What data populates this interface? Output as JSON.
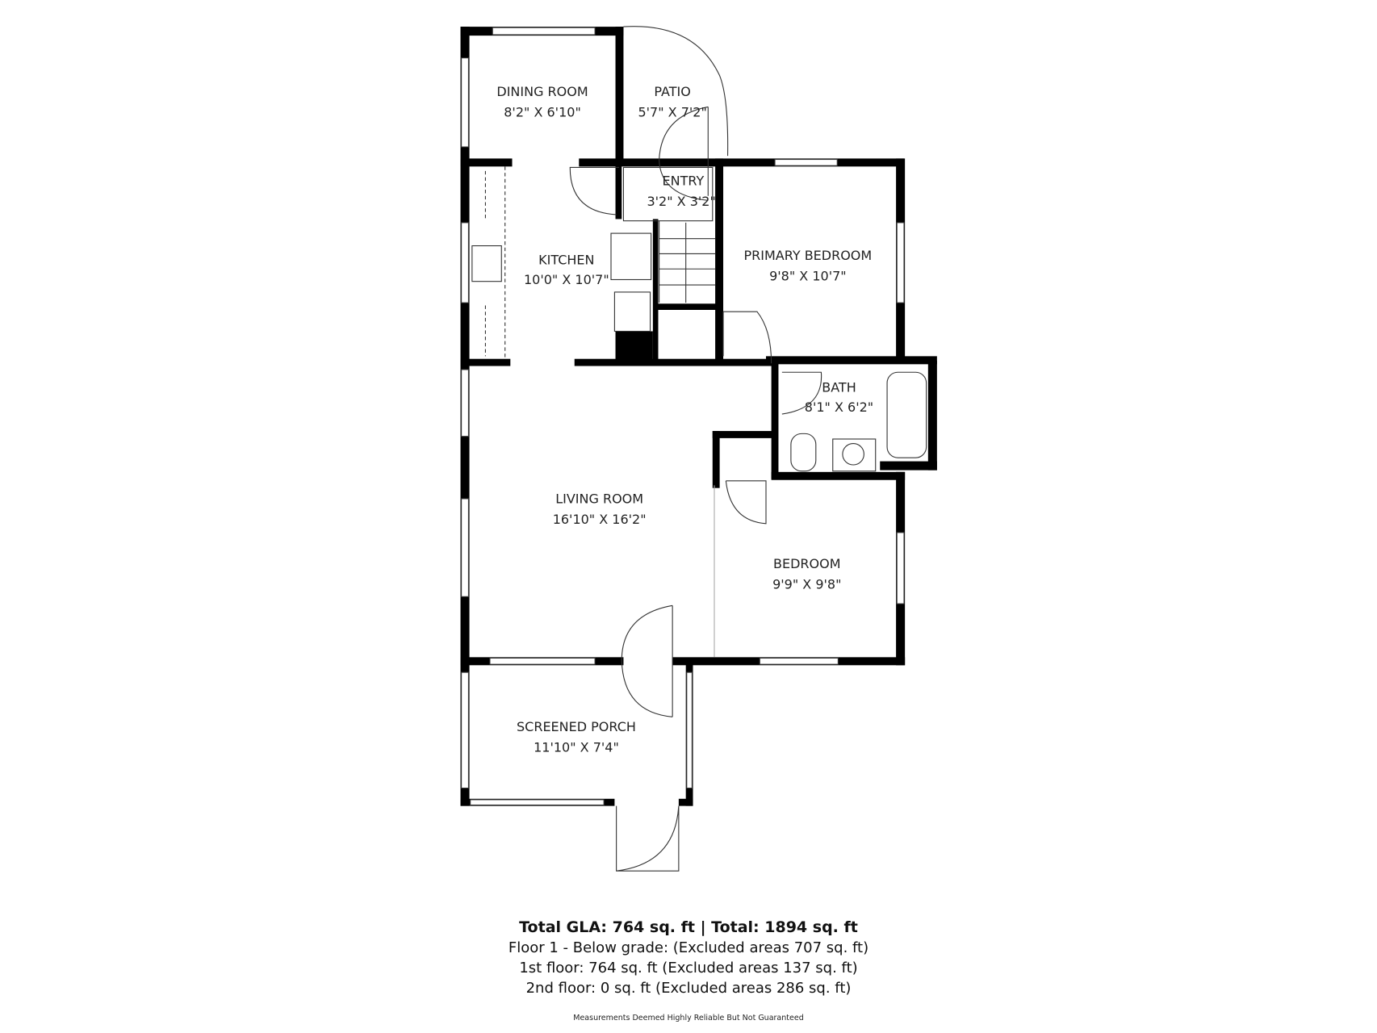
{
  "rooms": [
    {
      "name": "DINING ROOM",
      "dims": "8'2\" X 6'10\""
    },
    {
      "name": "PATIO",
      "dims": "5'7\" X 7'2\""
    },
    {
      "name": "ENTRY",
      "dims": "3'2\" X 3'2\""
    },
    {
      "name": "KITCHEN",
      "dims": "10'0\" X 10'7\""
    },
    {
      "name": "PRIMARY BEDROOM",
      "dims": "9'8\" X 10'7\""
    },
    {
      "name": "BATH",
      "dims": "8'1\" X 6'2\""
    },
    {
      "name": "LIVING ROOM",
      "dims": "16'10\" X 16'2\""
    },
    {
      "name": "BEDROOM",
      "dims": "9'9\" X 9'8\""
    },
    {
      "name": "SCREENED PORCH",
      "dims": "11'10\" X 7'4\""
    }
  ],
  "summary": {
    "total": "Total GLA: 764 sq. ft | Total: 1894 sq. ft",
    "lines": [
      "Floor 1 - Below grade: (Excluded areas 707 sq. ft)",
      "1st floor: 764 sq. ft (Excluded areas 137 sq. ft)",
      "2nd floor: 0 sq. ft (Excluded areas 286 sq. ft)"
    ],
    "disclaimer": "Measurements Deemed Highly Reliable But Not Guaranteed"
  },
  "colors": {
    "wall": "#000000",
    "line": "#333333",
    "background": "#ffffff"
  }
}
